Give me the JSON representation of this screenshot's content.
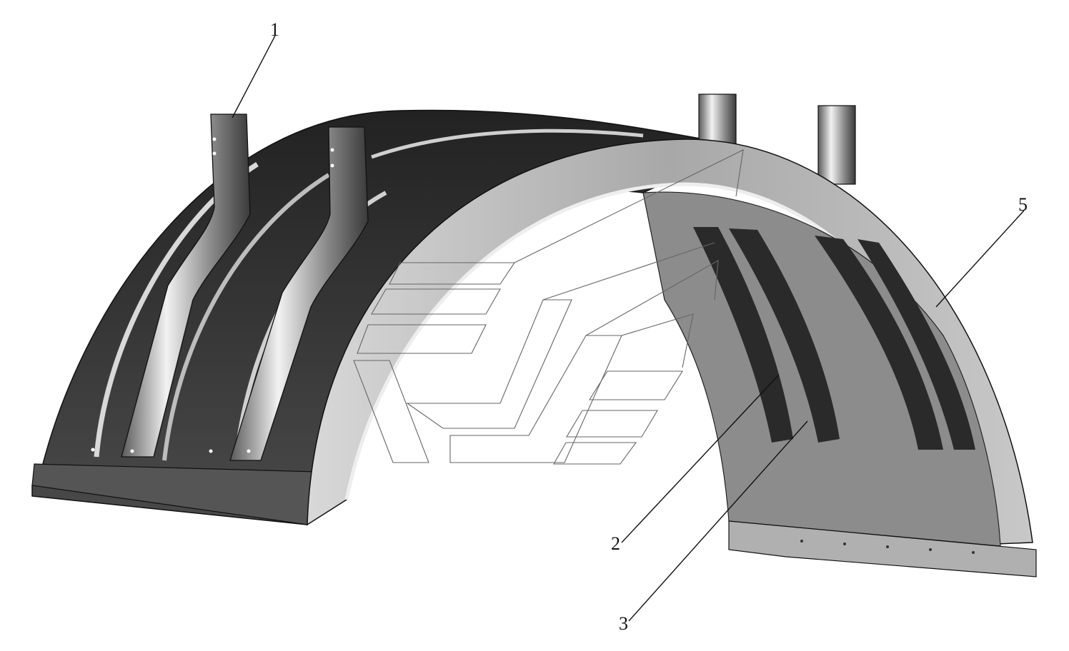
{
  "diagram": {
    "callouts": [
      {
        "id": "c1",
        "label": "1"
      },
      {
        "id": "c2",
        "label": "2"
      },
      {
        "id": "c3",
        "label": "3"
      },
      {
        "id": "c5",
        "label": "5"
      }
    ],
    "colors": {
      "dark_panel": "#2e2e2e",
      "mid_gray": "#6e6e6e",
      "light_gray": "#b4b4b4",
      "highlight": "#e6e6e6",
      "line": "#111111"
    }
  }
}
